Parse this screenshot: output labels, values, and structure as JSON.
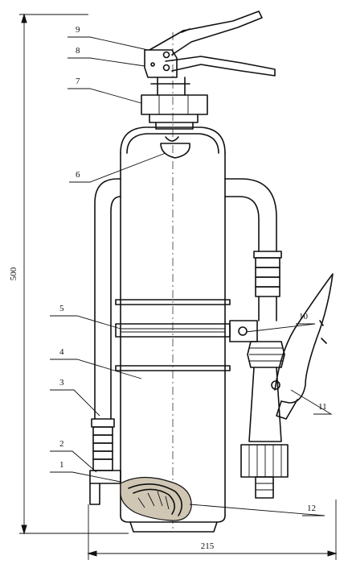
{
  "figure": {
    "part_labels": [
      {
        "id": "label-1",
        "text": "1"
      },
      {
        "id": "label-2",
        "text": "2"
      },
      {
        "id": "label-3",
        "text": "3"
      },
      {
        "id": "label-4",
        "text": "4"
      },
      {
        "id": "label-5",
        "text": "5"
      },
      {
        "id": "label-6",
        "text": "6"
      },
      {
        "id": "label-7",
        "text": "7"
      },
      {
        "id": "label-8",
        "text": "8"
      },
      {
        "id": "label-9",
        "text": "9"
      },
      {
        "id": "label-10",
        "text": "10"
      },
      {
        "id": "label-11",
        "text": "11"
      },
      {
        "id": "label-12",
        "text": "12"
      }
    ],
    "dimensions": {
      "height": "500",
      "width": "215"
    }
  }
}
